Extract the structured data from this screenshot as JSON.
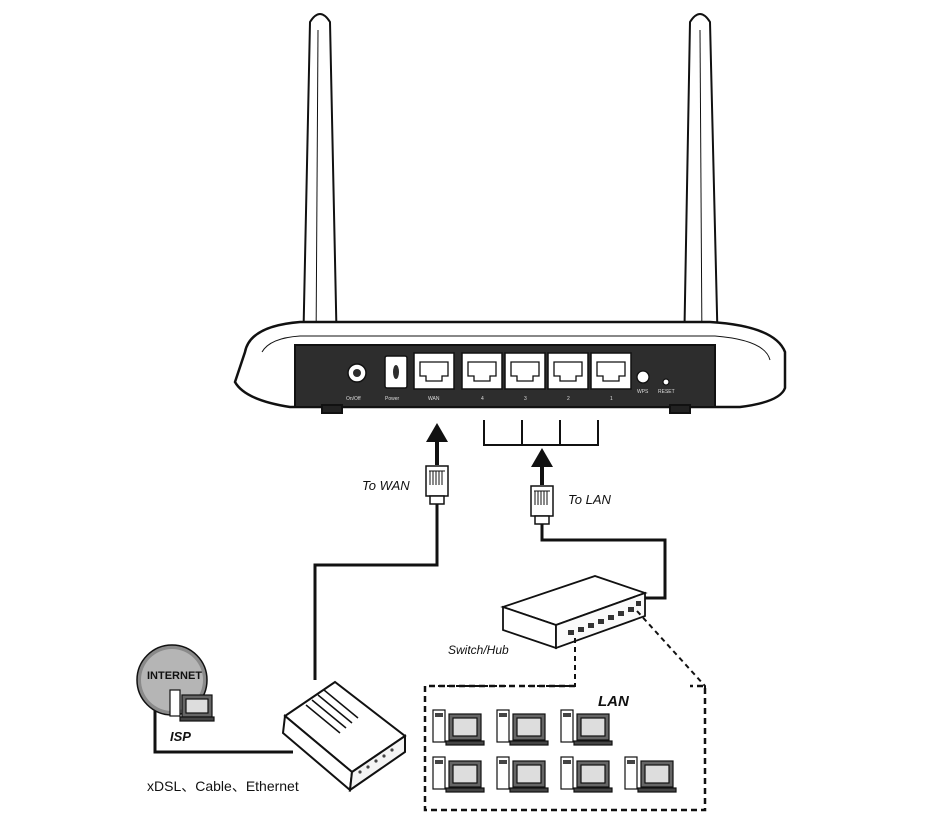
{
  "labels": {
    "to_wan": "To WAN",
    "to_lan": "To LAN",
    "switch_hub": "Switch/Hub",
    "lan": "LAN",
    "internet": "INTERNET",
    "isp": "ISP",
    "connection_types": "xDSL、Cable、Ethernet"
  },
  "router_panel": {
    "on_off": "On/Off",
    "power": "Power",
    "wan": "WAN",
    "lan_ports": [
      "4",
      "3",
      "2",
      "1"
    ],
    "wps": "WPS",
    "reset": "RESET"
  }
}
